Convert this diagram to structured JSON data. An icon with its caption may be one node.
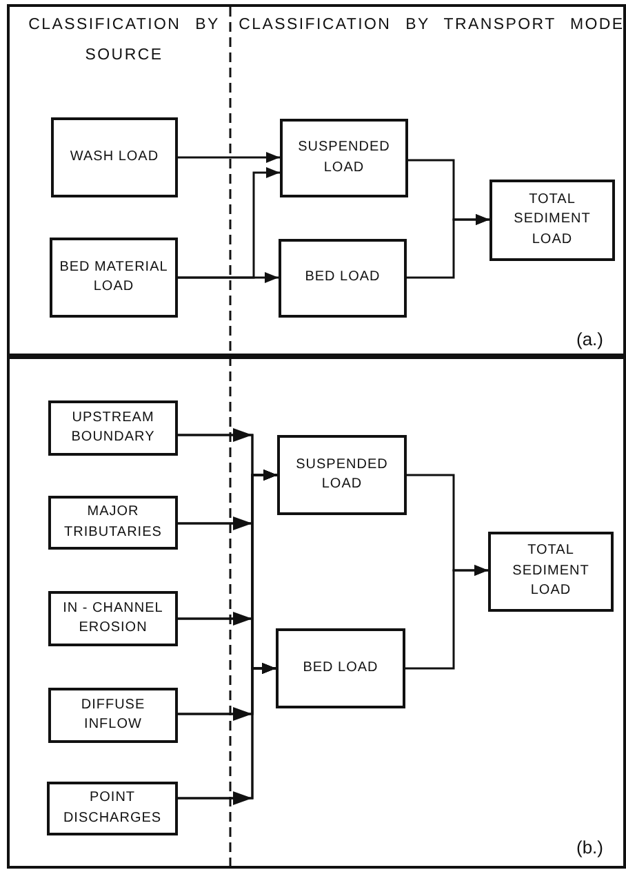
{
  "diagram": {
    "nodes": [
      {
        "text": [
          "(a.)"
        ]
      },
      {
        "text": [
          "WASH LOAD"
        ],
        "in": 0
      },
      {
        "text": [
          "BED MATERIAL LOAD"
        ],
        "in": 0
      },
      {
        "text": [
          "SUSPENDED LOAD"
        ],
        "in": 0
      },
      {
        "text": [
          "BED LOAD"
        ],
        "in": 0
      },
      {
        "text": [
          "TOTAL SEDIMENT LOAD"
        ],
        "in": 0
      },
      {
        "text": [
          "(b.)"
        ]
      },
      {
        "text": [
          "UPSTREAM BOUNDARY"
        ],
        "in": 6
      },
      {
        "text": [
          "MAJOR TRIBUTARIES"
        ],
        "in": 6
      },
      {
        "text": [
          "IN - CHANNEL EROSION"
        ],
        "in": 6
      },
      {
        "text": [
          "DIFFUSE INFLOW"
        ],
        "in": 6
      },
      {
        "text": [
          "POINT DISCHARGES"
        ],
        "in": 6
      },
      {
        "text": [
          "SUSPENDED LOAD"
        ],
        "in": 6
      },
      {
        "text": [
          "BED LOAD"
        ],
        "in": 6
      },
      {
        "text": [
          "TOTAL SEDIMENT LOAD"
        ],
        "in": 6
      }
    ],
    "edges": [
      {
        "from": 1,
        "to": 3,
        "arrow": "to"
      },
      {
        "from": 2,
        "to": 3,
        "arrow": "to"
      },
      {
        "from": 2,
        "to": 4,
        "arrow": "to"
      },
      {
        "from": 3,
        "to": 5,
        "arrow": "to"
      },
      {
        "from": 4,
        "to": 5,
        "arrow": "to"
      },
      {
        "from": 7,
        "to": 12,
        "arrow": "to"
      },
      {
        "from": 7,
        "to": 13,
        "arrow": "to"
      },
      {
        "from": 8,
        "to": 12,
        "arrow": "to"
      },
      {
        "from": 8,
        "to": 13,
        "arrow": "to"
      },
      {
        "from": 9,
        "to": 12,
        "arrow": "to"
      },
      {
        "from": 9,
        "to": 13,
        "arrow": "to"
      },
      {
        "from": 10,
        "to": 12,
        "arrow": "to"
      },
      {
        "from": 10,
        "to": 13,
        "arrow": "to"
      },
      {
        "from": 11,
        "to": 12,
        "arrow": "to"
      },
      {
        "from": 11,
        "to": 13,
        "arrow": "to"
      },
      {
        "from": 12,
        "to": 14,
        "arrow": "to"
      },
      {
        "from": 13,
        "to": 14,
        "arrow": "to"
      }
    ],
    "labels": [
      "CLASSIFICATION BY SOURCE",
      "CLASSIFICATION BY TRANSPORT MODE"
    ]
  }
}
